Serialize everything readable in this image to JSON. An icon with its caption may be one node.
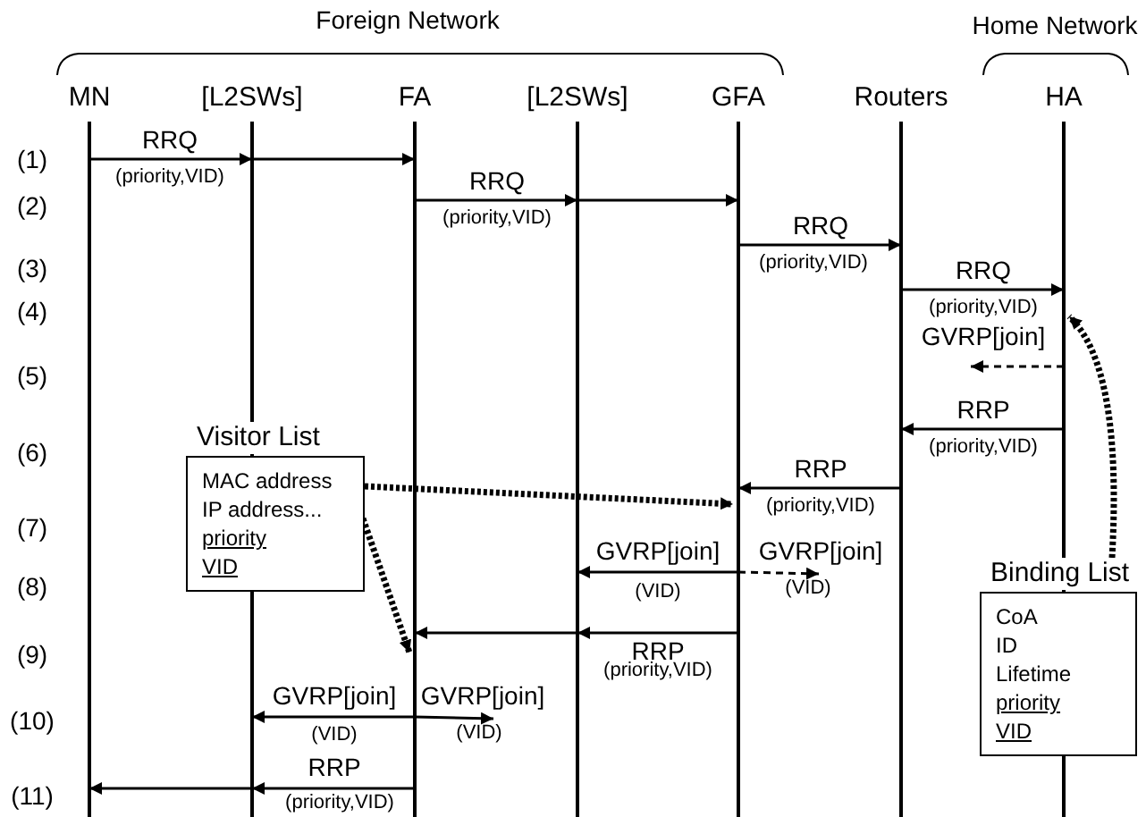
{
  "diagram": {
    "nodes": [
      {
        "text": [
          "MN"
        ]
      },
      {
        "text": [
          "[L2SWs]"
        ]
      },
      {
        "text": [
          "FA"
        ]
      },
      {
        "text": [
          "[L2SWs]"
        ]
      },
      {
        "text": [
          "GFA"
        ]
      },
      {
        "text": [
          "Routers"
        ]
      },
      {
        "text": [
          "HA"
        ]
      },
      {
        "text": [
          "Visitor List",
          "MAC address",
          "IP address...",
          "priority",
          "VID"
        ]
      },
      {
        "text": [
          "Binding List",
          "CoA",
          "ID",
          "Lifetime",
          "priority",
          "VID"
        ]
      },
      {
        "text": [
          "(VID)"
        ]
      },
      {
        "text": [
          "(VID)"
        ]
      }
    ],
    "edges": [
      {
        "from": 0,
        "to": 1,
        "arrow": "to",
        "label": "RRQ"
      },
      {
        "from": 1,
        "to": 2,
        "arrow": "to"
      },
      {
        "from": 2,
        "to": 3,
        "arrow": "to",
        "label": "RRQ"
      },
      {
        "from": 3,
        "to": 4,
        "arrow": "to"
      },
      {
        "from": 4,
        "to": 5,
        "arrow": "to",
        "label": "RRQ"
      },
      {
        "from": 5,
        "to": 6,
        "arrow": "to",
        "label": "RRQ"
      },
      {
        "from": 6,
        "to": null,
        "arrow": "to",
        "label": "GVRP[join]",
        "style": "dashed"
      },
      {
        "from": 6,
        "to": 5,
        "arrow": "to",
        "label": "RRP"
      },
      {
        "from": 5,
        "to": 4,
        "arrow": "to",
        "label": "RRP"
      },
      {
        "from": 4,
        "to": 3,
        "arrow": "to",
        "label": "GVRP[join]"
      },
      {
        "from": 4,
        "to": 9,
        "arrow": "to",
        "label": "GVRP[join]",
        "style": "dashed"
      },
      {
        "from": 4,
        "to": 3,
        "arrow": "to",
        "label": "RRP"
      },
      {
        "from": 3,
        "to": 2,
        "arrow": "to"
      },
      {
        "from": 2,
        "to": 1,
        "arrow": "to",
        "label": "GVRP[join]"
      },
      {
        "from": 2,
        "to": 10,
        "arrow": "to",
        "label": "GVRP[join]"
      },
      {
        "from": 2,
        "to": 1,
        "arrow": "to",
        "label": "RRP"
      },
      {
        "from": 1,
        "to": 0,
        "arrow": "to"
      },
      {
        "from": 7,
        "to": 4,
        "arrow": "to",
        "style": "dashed"
      },
      {
        "from": 7,
        "to": 2,
        "arrow": "to",
        "style": "dashed"
      },
      {
        "from": 8,
        "to": 6,
        "arrow": "to",
        "style": "dashed"
      }
    ],
    "labels": [
      "Foreign Network",
      "Home Network",
      "(1)",
      "(2)",
      "(3)",
      "(4)",
      "(5)",
      "(6)",
      "(7)",
      "(8)",
      "(9)",
      "(10)",
      "(11)",
      "(priority,VID)",
      "(priority,VID)",
      "(priority,VID)",
      "(priority,VID)",
      "(priority,VID)",
      "(priority,VID)",
      "(VID)",
      "(priority,VID)",
      "(VID)",
      "(priority,VID)"
    ]
  }
}
